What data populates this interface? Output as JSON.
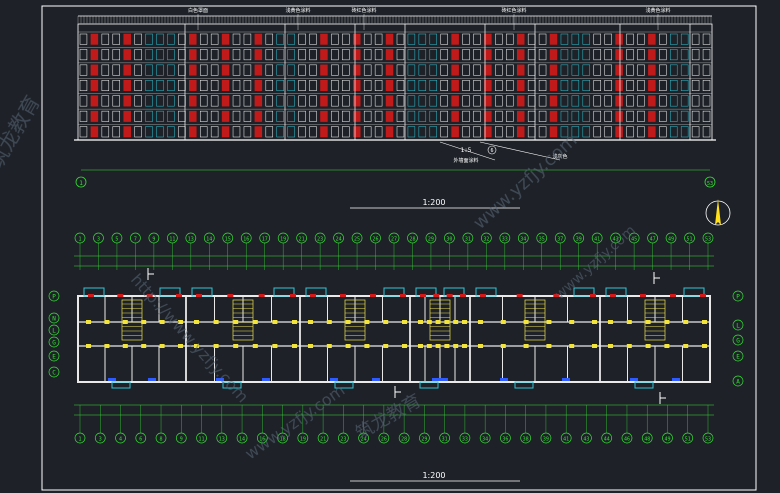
{
  "colors": {
    "background": "#1e2228",
    "border": "#ffffff",
    "facade_outline": "#ffffff",
    "window_red": "#d21a1a",
    "window_cyan": "#2cc7d8",
    "axis_green": "#35e035",
    "dim_line": "#35e035",
    "wall_white": "#e9e9e9",
    "door_yellow": "#f2e43a",
    "stair_yellow": "#efe24a",
    "compass_yellow": "#ffe01a",
    "marker_blue": "#2e5bff",
    "roof_hatch": "#9a9a9a",
    "watermark": "#5b6a7a"
  },
  "elevation": {
    "title": "1:200",
    "tags": [
      "白色罩面",
      "浅黄色涂料",
      "砖红色涂料",
      "砖红色涂料",
      "浅黄色涂料"
    ],
    "ground_note_left": "1:5",
    "ground_note_right": "6",
    "ground_caption_left": "外墙面涂料",
    "ground_caption_right": "浅灰色",
    "axis_left": "1",
    "axis_right": "53"
  },
  "plan": {
    "title": "1:200",
    "axis_top": [
      "1",
      "3",
      "5",
      "7",
      "9",
      "11",
      "13",
      "14",
      "15",
      "16",
      "17",
      "19",
      "21",
      "23",
      "24",
      "25",
      "26",
      "27",
      "28",
      "29",
      "30",
      "31",
      "32",
      "33",
      "34",
      "35",
      "37",
      "39",
      "41",
      "43",
      "45",
      "47",
      "49",
      "51",
      "53"
    ],
    "axis_bottom": [
      "1",
      "3",
      "4",
      "6",
      "8",
      "9",
      "11",
      "13",
      "14",
      "16",
      "18",
      "19",
      "21",
      "23",
      "24",
      "26",
      "28",
      "29",
      "31",
      "33",
      "34",
      "36",
      "38",
      "39",
      "41",
      "43",
      "44",
      "46",
      "48",
      "49",
      "51",
      "53"
    ],
    "axis_left": [
      "P",
      "N",
      "L",
      "G",
      "E",
      "C"
    ],
    "axis_right": [
      "P",
      "L",
      "G",
      "E",
      "A"
    ]
  },
  "watermarks": [
    "www.yzfjy.com",
    "筑龙教育",
    "http://www.yzfjy.com"
  ],
  "compass_icon": "north-arrow-icon"
}
